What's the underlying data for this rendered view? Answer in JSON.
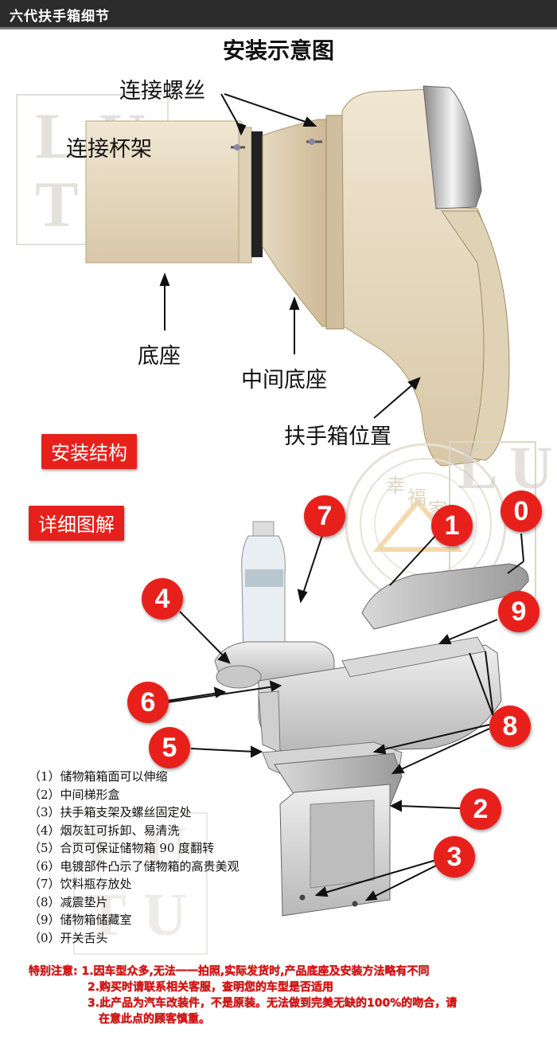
{
  "header": {
    "title": "六代扶手箱细节"
  },
  "install": {
    "title": "安装示意图",
    "labels": {
      "screw": "连接螺丝",
      "cup": "连接杯架",
      "base": "底座",
      "mid_base": "中间底座",
      "position": "扶手箱位置"
    }
  },
  "tags": {
    "structure": "安装结构",
    "detail": "详细图解"
  },
  "numbers": [
    "7",
    "1",
    "0",
    "4",
    "9",
    "6",
    "8",
    "5",
    "2",
    "3"
  ],
  "watermark": {
    "letters": [
      "L",
      "U",
      "T",
      "U"
    ],
    "brand": [
      "幸",
      "福",
      "家"
    ]
  },
  "legend": [
    "（1）储物箱箱面可以伸缩",
    "（2）中间梯形盒",
    "（3）扶手箱支架及螺丝固定处",
    "（4）烟灰缸可拆卸、易清洗",
    "（5）合页可保证储物箱 90 度翻转",
    "（6）电镀部件凸示了储物箱的高贵美观",
    "（7）饮料瓶存放处",
    "（8）减震垫片",
    "（9）储物箱储藏室",
    "（0）开关舌头"
  ],
  "notes": [
    "特别注意: 1.因车型众多,无法一一拍照,实际发货时,产品底座及安装方法略有不同",
    "2.购买时请联系相关客服，查明您的车型是否适用",
    "3.此产品为汽车改装件，不是原装。无法做到完美无缺的100%的吻合，请",
    "在意此点的顾客慎重。"
  ],
  "colors": {
    "accent": "#e8201c",
    "beige": "#e9dcc2",
    "header_bg": "#2b2b2b"
  }
}
